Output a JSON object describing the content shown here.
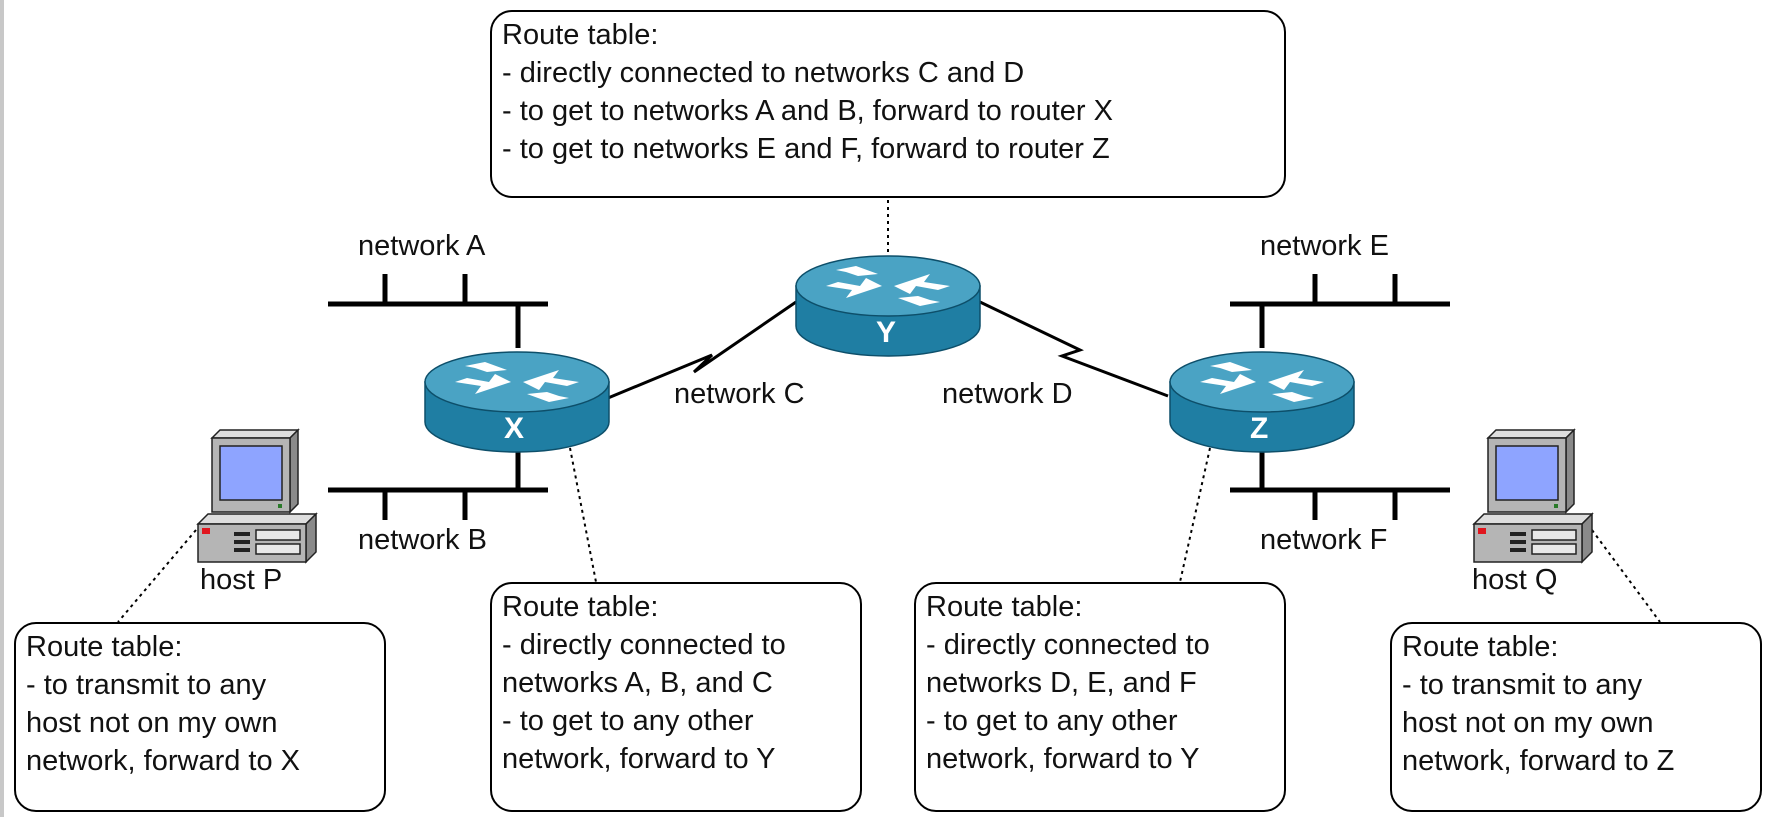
{
  "networks": {
    "a": "network A",
    "b": "network B",
    "c": "network C",
    "d": "network D",
    "e": "network E",
    "f": "network F"
  },
  "routers": {
    "x": "X",
    "y": "Y",
    "z": "Z"
  },
  "hosts": {
    "p": "host P",
    "q": "host Q"
  },
  "route_tables": {
    "y": {
      "title": "Route table:",
      "lines": [
        "- directly connected to networks C and D",
        "- to get to networks A and B, forward to router X",
        "- to get to networks E and F, forward to router Z"
      ]
    },
    "x": {
      "title": "Route table:",
      "lines": [
        "- directly connected to",
        "networks A, B, and C",
        "- to get to any other",
        "network, forward to Y"
      ]
    },
    "z": {
      "title": "Route table:",
      "lines": [
        "- directly connected to",
        "networks D, E, and F",
        "- to get to any other",
        "network, forward to Y"
      ]
    },
    "p": {
      "title": "Route table:",
      "lines": [
        "- to transmit to any",
        "host not on my own",
        "network, forward to X"
      ]
    },
    "q": {
      "title": "Route table:",
      "lines": [
        "- to transmit to any",
        "host not on my own",
        "network, forward to Z"
      ]
    }
  },
  "colors": {
    "router_top": "#4aa3c4",
    "router_side": "#1f7ea3",
    "router_arrows": "#ffffff",
    "line": "#000000",
    "screen": "#8ea4ff",
    "case": "#b5b5b5"
  }
}
